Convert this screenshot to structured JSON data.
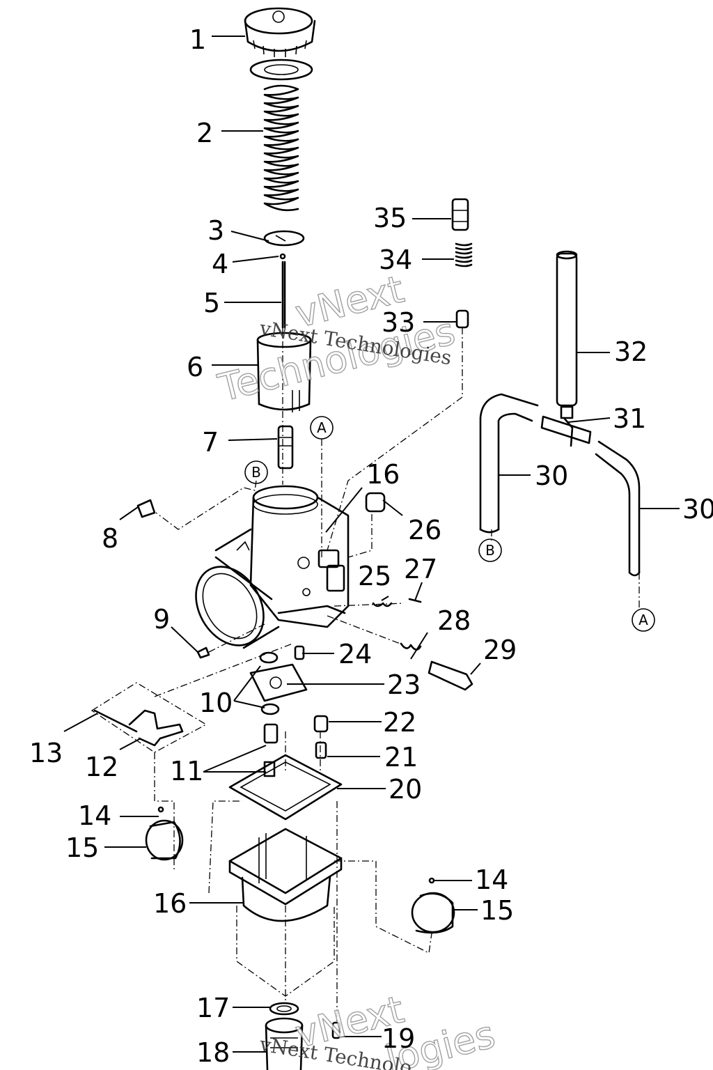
{
  "labels": [
    {
      "id": "l1",
      "text": "1"
    },
    {
      "id": "l2",
      "text": "2"
    },
    {
      "id": "l3",
      "text": "3"
    },
    {
      "id": "l4",
      "text": "4"
    },
    {
      "id": "l5",
      "text": "5"
    },
    {
      "id": "l6",
      "text": "6"
    },
    {
      "id": "l7",
      "text": "7"
    },
    {
      "id": "l8",
      "text": "8"
    },
    {
      "id": "l9",
      "text": "9"
    },
    {
      "id": "l10",
      "text": "10"
    },
    {
      "id": "l11",
      "text": "11"
    },
    {
      "id": "l12",
      "text": "12"
    },
    {
      "id": "l13",
      "text": "13"
    },
    {
      "id": "l14a",
      "text": "14"
    },
    {
      "id": "l14b",
      "text": "14"
    },
    {
      "id": "l15a",
      "text": "15"
    },
    {
      "id": "l15b",
      "text": "15"
    },
    {
      "id": "l16a",
      "text": "16"
    },
    {
      "id": "l16b",
      "text": "16"
    },
    {
      "id": "l17",
      "text": "17"
    },
    {
      "id": "l18",
      "text": "18"
    },
    {
      "id": "l19",
      "text": "19"
    },
    {
      "id": "l20",
      "text": "20"
    },
    {
      "id": "l21",
      "text": "21"
    },
    {
      "id": "l22",
      "text": "22"
    },
    {
      "id": "l23",
      "text": "23"
    },
    {
      "id": "l24",
      "text": "24"
    },
    {
      "id": "l25",
      "text": "25"
    },
    {
      "id": "l26",
      "text": "26"
    },
    {
      "id": "l27",
      "text": "27"
    },
    {
      "id": "l28",
      "text": "28"
    },
    {
      "id": "l29",
      "text": "29"
    },
    {
      "id": "l30a",
      "text": "30"
    },
    {
      "id": "l30b",
      "text": "30"
    },
    {
      "id": "l31",
      "text": "31"
    },
    {
      "id": "l32",
      "text": "32"
    },
    {
      "id": "l33",
      "text": "33"
    },
    {
      "id": "l34",
      "text": "34"
    },
    {
      "id": "l35",
      "text": "35"
    }
  ],
  "connectors": {
    "a_top": "A",
    "b_top": "B",
    "b_hose": "B",
    "a_hose": "A"
  },
  "watermark": {
    "brand_line1": "vNext",
    "brand_line2": "Technologies",
    "brand_small": "vNext Technologies",
    "brand_bottom_line1": "vNext",
    "brand_bottom_line2": "logies",
    "brand_bottom_small": "vNext Technolo"
  }
}
